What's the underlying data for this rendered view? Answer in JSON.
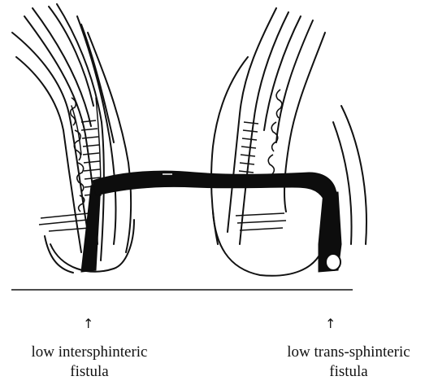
{
  "labels": {
    "left": {
      "arrow": "↑",
      "line1": "low intersphinteric",
      "line2": "fistula"
    },
    "right": {
      "arrow": "↑",
      "line1": "low trans-sphinteric",
      "line2": "fistula"
    }
  },
  "colors": {
    "ink": "#111111",
    "paper": "#ffffff",
    "tract": "#0d0d0d"
  }
}
